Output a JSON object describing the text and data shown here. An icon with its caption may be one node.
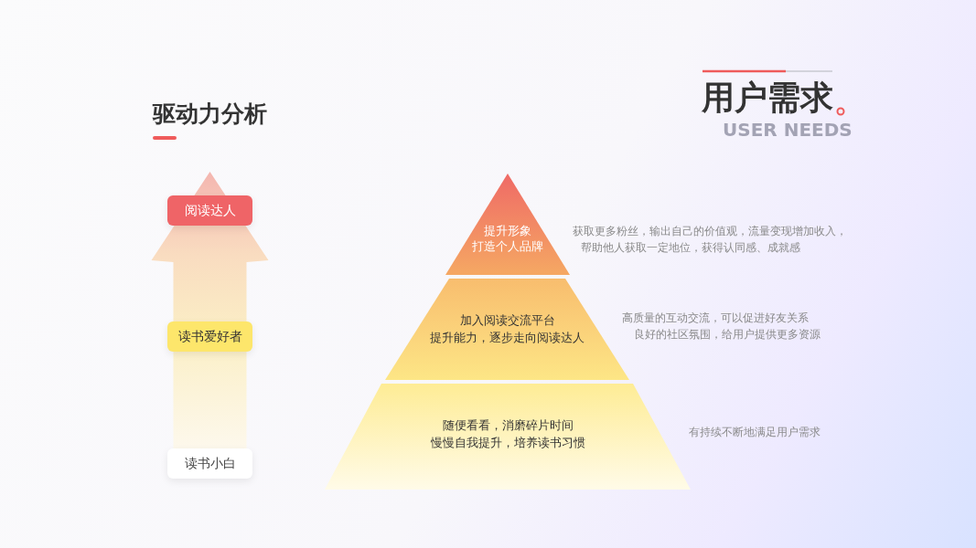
{
  "diagram": {
    "title": "用户需求",
    "nodes": [
      {
        "text": [
          "阅读达人"
        ]
      },
      {
        "text": [
          "读书爱好者"
        ]
      },
      {
        "text": [
          "读书小白"
        ]
      },
      {
        "text": [
          "提升形象",
          "打造个人品牌"
        ],
        "beside": [
          "获取更多粉丝，输出自己的价值观，流量变现增加收入，",
          "帮助他人获取一定地位，获得认同感、成就感"
        ]
      },
      {
        "text": [
          "加入阅读交流平台",
          "提升能力，逐步走向阅读达人"
        ],
        "beside": [
          "高质量的互动交流，可以促进好友关系",
          "良好的社区氛围，给用户提供更多资源"
        ]
      },
      {
        "text": [
          "随便看看，消磨碎片时间",
          "慢慢自我提升，培养读书习惯"
        ],
        "beside": [
          "有持续不断地满足用户需求"
        ]
      }
    ],
    "edges": [
      {
        "from": 2,
        "to": 0,
        "arrow": "to"
      }
    ],
    "labels": [
      "驱动力分析",
      "USER NEEDS"
    ]
  }
}
